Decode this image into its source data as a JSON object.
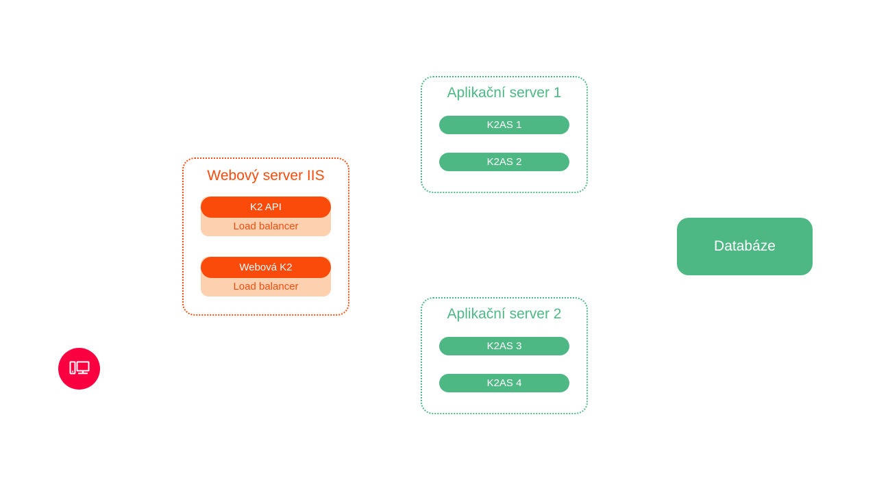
{
  "diagram": {
    "background": "#ffffff",
    "colors": {
      "orange": "#fb4b0b",
      "orange_light": "#fdd0b0",
      "green": "#4db884",
      "red": "#fa0040",
      "white": "#ffffff"
    },
    "web_server": {
      "title": "Webový server IIS",
      "services": [
        {
          "name": "K2 API",
          "sublabel": "Load balancer"
        },
        {
          "name": "Webová K2",
          "sublabel": "Load balancer"
        }
      ]
    },
    "app_servers": [
      {
        "title": "Aplikační server 1",
        "instances": [
          "K2AS 1",
          "K2AS 2"
        ]
      },
      {
        "title": "Aplikační server 2",
        "instances": [
          "K2AS 3",
          "K2AS 4"
        ]
      }
    ],
    "database": {
      "label": "Databáze"
    },
    "client": {
      "icon": "devices-icon"
    }
  }
}
